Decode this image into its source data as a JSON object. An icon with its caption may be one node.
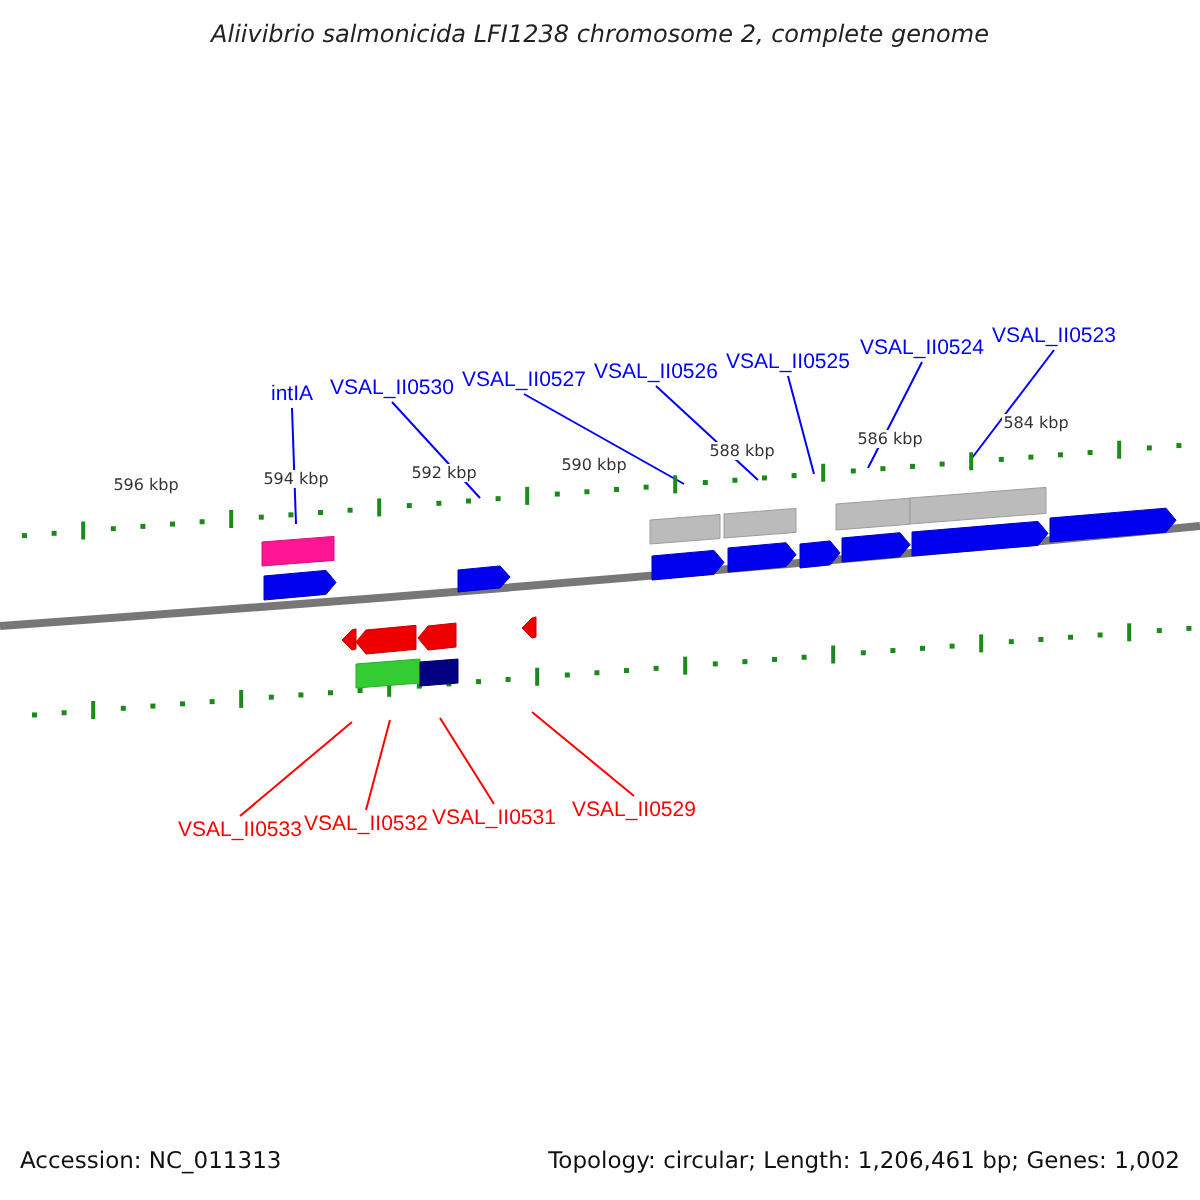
{
  "diagram": {
    "title": "Aliivibrio salmonicida LFI1238 chromosome 2, complete genome",
    "nodes": [
      {
        "text": [
          "intIA"
        ]
      },
      {
        "text": [
          "VSAL_II0530"
        ]
      },
      {
        "text": [
          "VSAL_II0527"
        ]
      },
      {
        "text": [
          "VSAL_II0526"
        ]
      },
      {
        "text": [
          "VSAL_II0525"
        ]
      },
      {
        "text": [
          "VSAL_II0524"
        ]
      },
      {
        "text": [
          "VSAL_II0523"
        ]
      },
      {
        "text": [
          "VSAL_II0533"
        ]
      },
      {
        "text": [
          "VSAL_II0532"
        ]
      },
      {
        "text": [
          "VSAL_II0531"
        ]
      },
      {
        "text": [
          "VSAL_II0529"
        ]
      },
      {
        "text": [],
        "shape": "picture"
      }
    ],
    "edges": [
      {
        "from": 0,
        "to": 11,
        "arrow": "none"
      },
      {
        "from": 1,
        "to": 11,
        "arrow": "none"
      },
      {
        "from": 2,
        "to": 11,
        "arrow": "none"
      },
      {
        "from": 3,
        "to": 11,
        "arrow": "none"
      },
      {
        "from": 4,
        "to": 11,
        "arrow": "none"
      },
      {
        "from": 5,
        "to": 11,
        "arrow": "none"
      },
      {
        "from": 6,
        "to": 11,
        "arrow": "none"
      },
      {
        "from": 7,
        "to": 11,
        "arrow": "none",
        "color": "#ff0000"
      },
      {
        "from": 8,
        "to": 11,
        "arrow": "none",
        "color": "#ff0000"
      },
      {
        "from": 9,
        "to": 11,
        "arrow": "none",
        "color": "#ff0000"
      },
      {
        "from": 10,
        "to": 11,
        "arrow": "none",
        "color": "#ff0000"
      }
    ],
    "labels": [
      "596 kbp",
      "594 kbp",
      "592 kbp",
      "590 kbp",
      "588 kbp",
      "586 kbp",
      "584 kbp",
      "Accession: NC_011313",
      "Topology: circular; Length: 1,206,461 bp; Genes: 1,002"
    ]
  }
}
